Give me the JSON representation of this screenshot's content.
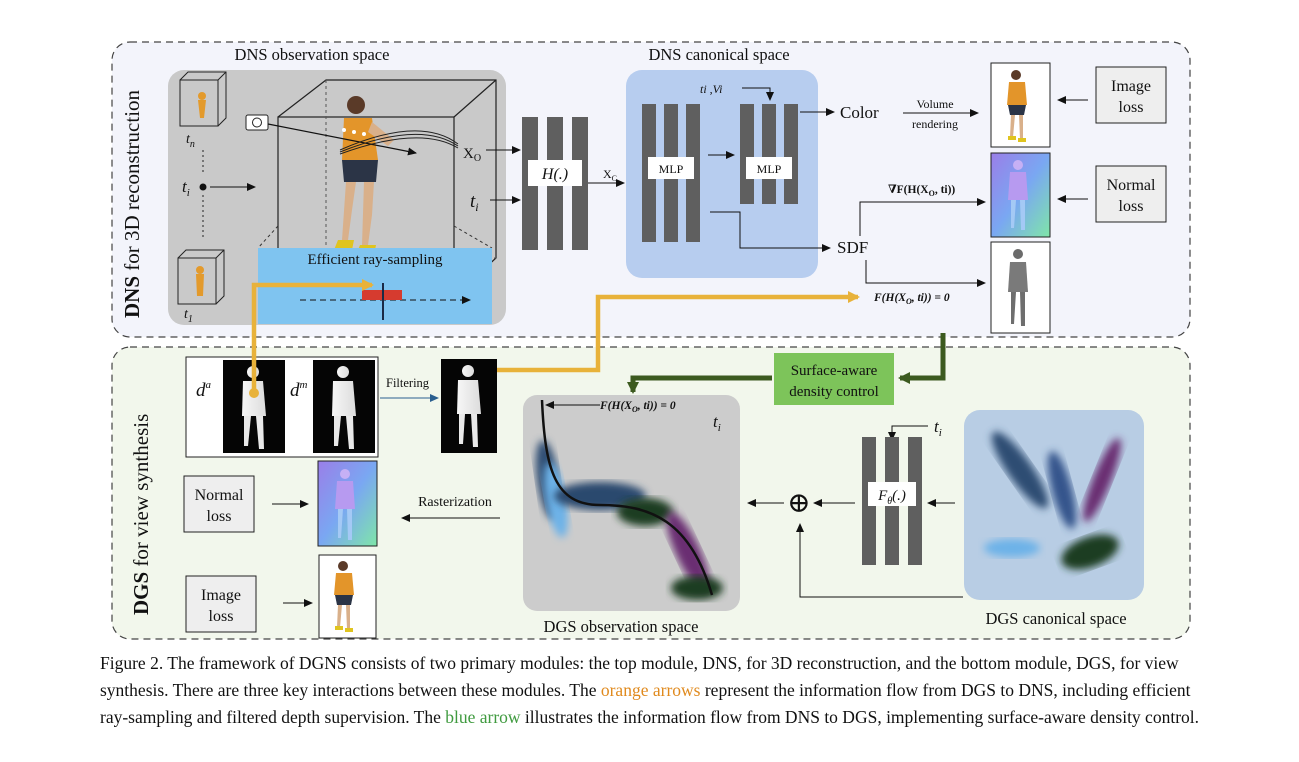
{
  "figure": {
    "dns_module": {
      "side_label_bold": "DNS",
      "side_label_rest": " for 3D reconstruction",
      "observation_space_title": "DNS observation space",
      "canonical_space_title": "DNS canonical space",
      "time_labels": {
        "tn": "t",
        "tn_sub": "n",
        "ti": "t",
        "ti_sub": "i",
        "t1": "t",
        "t1_sub": "1"
      },
      "x_o": "X",
      "x_o_sub": "O",
      "ti_input": "t",
      "ti_input_sub": "i",
      "h_func": "H(.)",
      "x_c": "X",
      "x_c_sub": "C",
      "mlp1": "MLP",
      "mlp2": "MLP",
      "ti_vi": "t",
      "ti_vi_rest": "i ,Vi",
      "color": "Color",
      "volume_rendering_line1": "Volume",
      "volume_rendering_line2": "rendering",
      "sdf": "SDF",
      "grad_label": "∇F(H(X",
      "grad_label_sub": "O",
      "grad_label_end": ", ti))",
      "surface_eq": "F(H(X",
      "surface_eq_sub": "O",
      "surface_eq_end": ", ti)) = 0",
      "efficient_ray": "Efficient ray-sampling",
      "image_loss_line1": "Image",
      "image_loss_line2": "loss",
      "normal_loss_line1": "Normal",
      "normal_loss_line2": "loss"
    },
    "dgs_module": {
      "side_label_bold": "DGS",
      "side_label_rest": " for view synthesis",
      "surface_aware_line1": "Surface-aware",
      "surface_aware_line2": "density control",
      "depth_a": "d",
      "depth_a_sup": "a",
      "depth_m": "d",
      "depth_m_sup": "m",
      "filtering": "Filtering",
      "surface_eq": "F(H(X",
      "surface_eq_sub": "O",
      "surface_eq_end": ", ti)) = 0",
      "ti_obs": "t",
      "ti_obs_sub": "i",
      "ti_def": "t",
      "ti_def_sub": "i",
      "f_theta": "F",
      "f_theta_sub": "θ",
      "f_theta_end": "(.)",
      "plus": "⊕",
      "rasterization": "Rasterization",
      "observation_space_title": "DGS observation space",
      "canonical_space_title": "DGS canonical space",
      "normal_loss_line1": "Normal",
      "normal_loss_line2": "loss",
      "image_loss_line1": "Image",
      "image_loss_line2": "loss"
    },
    "colors": {
      "orange_arrow": "#e8b23a",
      "green_arrow": "#3c5a1f",
      "red_marker": "#d63b2f",
      "surface_aware_fill": "#7dc45a",
      "dns_canonical_fill": "#b7cdef",
      "ray_sampling_fill": "#7fc4f0"
    }
  },
  "caption": {
    "part1": "Figure 2. The framework of DGNS consists of two primary modules: the top module, DNS, for 3D reconstruction, and the bottom module, DGS, for view synthesis. There are three key interactions between these modules. The ",
    "orange_text": "orange arrows",
    "part2": " represent the information flow from DGS to DNS, including efficient ray-sampling and filtered depth supervision. The ",
    "blue_text": "blue arrow",
    "part3": " illustrates the information flow from DNS to DGS, implementing surface-aware density control."
  }
}
